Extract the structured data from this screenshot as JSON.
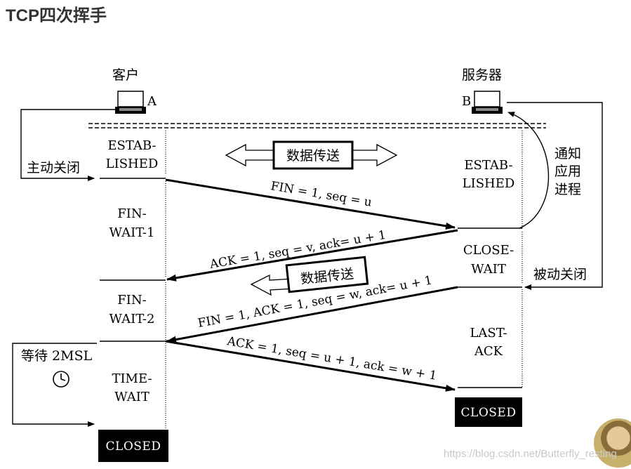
{
  "page_title": "TCP四次挥手",
  "client": {
    "label": "客户",
    "host_letter": "A"
  },
  "server": {
    "label": "服务器",
    "host_letter": "B"
  },
  "client_states": {
    "established": [
      "ESTAB-",
      "LISHED"
    ],
    "fin_wait_1": [
      "FIN-",
      "WAIT-1"
    ],
    "fin_wait_2": [
      "FIN-",
      "WAIT-2"
    ],
    "time_wait": [
      "TIME-",
      "WAIT"
    ],
    "closed": "CLOSED"
  },
  "server_states": {
    "established": [
      "ESTAB-",
      "LISHED"
    ],
    "close_wait": [
      "CLOSE-",
      "WAIT"
    ],
    "last_ack": [
      "LAST-",
      "ACK"
    ],
    "closed": "CLOSED"
  },
  "labels": {
    "active_close": "主动关闭",
    "passive_close": "被动关闭",
    "notify_app": [
      "通知",
      "应用",
      "进程"
    ],
    "wait_2msl": "等待 2MSL",
    "data_transfer_1": "数据传送",
    "data_transfer_2": "数据传送"
  },
  "messages": {
    "m1": "FIN = 1, seq = u",
    "m2": "ACK = 1, seq = v, ack= u + 1",
    "m3": "FIN = 1, ACK = 1, seq = w, ack= u + 1",
    "m4": "ACK = 1, seq = u + 1, ack = w + 1"
  },
  "watermark": "https://blog.csdn.net/Butterfly_resting",
  "icons": {
    "clock": "clock-icon",
    "computer": "computer-icon"
  }
}
